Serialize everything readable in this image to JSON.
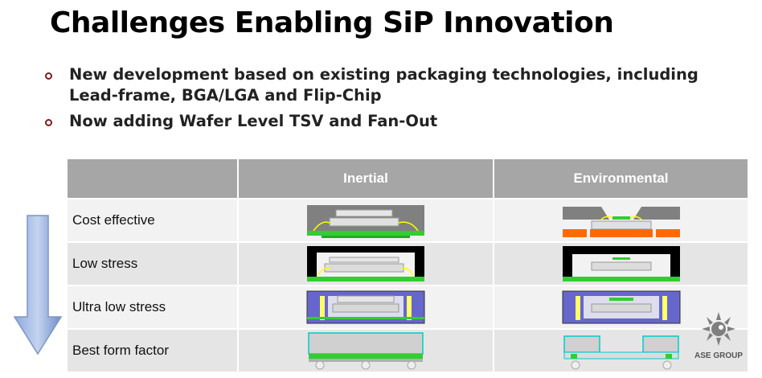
{
  "slide": {
    "title": "Challenges Enabling SiP Innovation",
    "bullets": [
      "New development based on existing packaging technologies, including Lead-frame, BGA/LGA and Flip-Chip",
      "Now adding Wafer Level TSV and Fan-Out"
    ]
  },
  "table": {
    "headers": [
      "",
      "Inertial",
      "Environmental"
    ],
    "rows": [
      {
        "label": "Cost effective"
      },
      {
        "label": "Low stress"
      },
      {
        "label": "Ultra low stress"
      },
      {
        "label": "Best form factor"
      }
    ]
  },
  "logo": {
    "text": "ASE GROUP",
    "icon": "sun-icon"
  },
  "colors": {
    "arrow": "#6f8fc9",
    "header_bg": "#a6a6a6",
    "bullet_mark": "#7a1f1f",
    "substrate_green": "#33cc33",
    "mold_gray": "#7f7f7f",
    "orange": "#ff6a00"
  }
}
